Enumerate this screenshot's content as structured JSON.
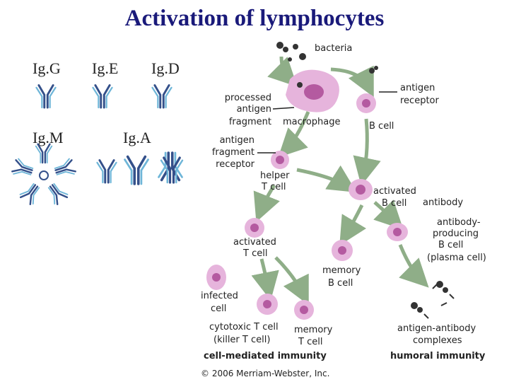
{
  "title": "Activation of lymphocytes",
  "immunoglobulins": {
    "igg": "Ig.G",
    "ige": "Ig.E",
    "igd": "Ig.D",
    "igm": "Ig.M",
    "iga": "Ig.A"
  },
  "diagram": {
    "bacteria": "bacteria",
    "processed_antigen_fragment": [
      "processed",
      "antigen",
      "fragment"
    ],
    "macrophage": "macrophage",
    "antigen_receptor": [
      "antigen",
      "receptor"
    ],
    "b_cell": "B cell",
    "antigen_fragment_receptor": [
      "antigen",
      "fragment",
      "receptor"
    ],
    "helper_t_cell": [
      "helper",
      "T cell"
    ],
    "activated_b_cell": [
      "activated",
      "B cell"
    ],
    "antibody": "antibody",
    "antibody_producing": [
      "antibody-",
      "producing",
      "B cell",
      "(plasma cell)"
    ],
    "activated_t_cell": [
      "activated",
      "T cell"
    ],
    "memory_b_cell": [
      "memory",
      "B cell"
    ],
    "infected_cell": [
      "infected",
      "cell"
    ],
    "cytotoxic_t_cell": [
      "cytotoxic T cell",
      "(killer T cell)"
    ],
    "memory_t_cell": [
      "memory",
      "T cell"
    ],
    "antigen_antibody": [
      "antigen-antibody",
      "complexes"
    ],
    "cell_mediated": "cell-mediated immunity",
    "humoral": "humoral immunity",
    "copyright": "© 2006 Merriam-Webster, Inc."
  },
  "colors": {
    "title": "#1a1a7a",
    "cell": "#e6b4dc",
    "nucleus": "#b45aa0",
    "arrow": "#8fae88",
    "antibody_dark": "#34508a",
    "antibody_light": "#6fb6d8"
  }
}
